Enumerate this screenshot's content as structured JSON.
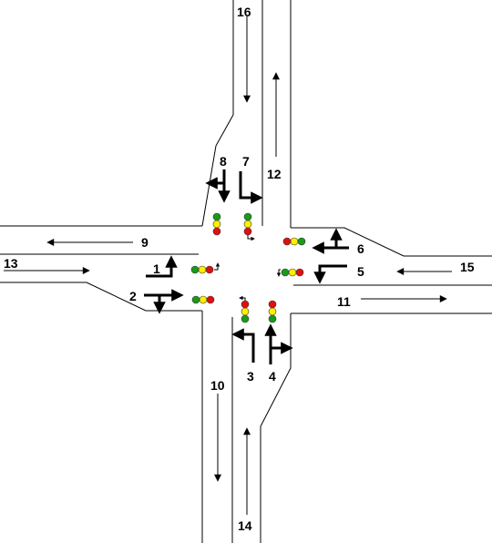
{
  "labels": {
    "m1": "1",
    "m2": "2",
    "m3": "3",
    "m4": "4",
    "m5": "5",
    "m6": "6",
    "m7": "7",
    "m8": "8",
    "m9": "9",
    "m10": "10",
    "m11": "11",
    "m12": "12",
    "m13": "13",
    "m14": "14",
    "m15": "15",
    "m16": "16"
  },
  "signal_colors": {
    "green": "#1a9a1a",
    "yellow": "#ffee00",
    "red": "#e01010"
  }
}
